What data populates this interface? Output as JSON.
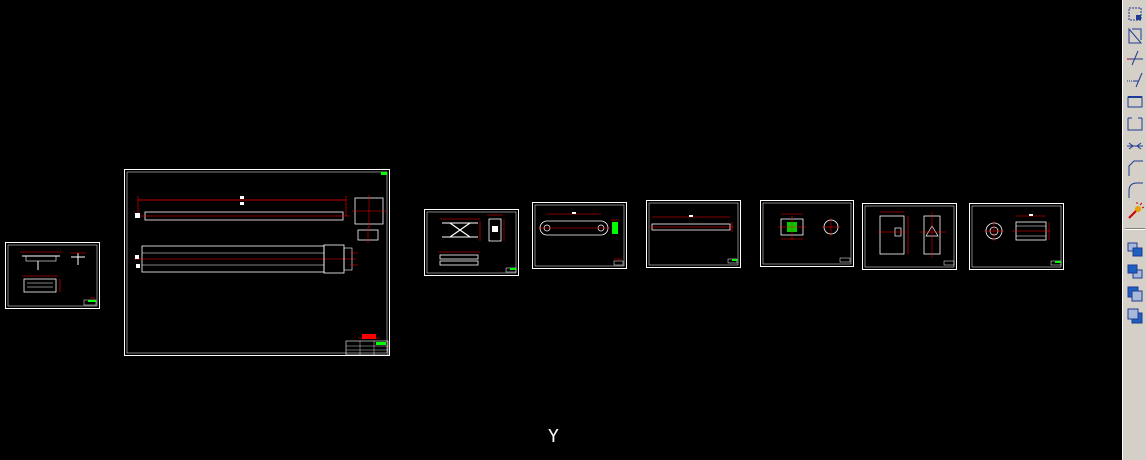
{
  "viewport": {
    "background_color": "#000000",
    "ucs_axis_label": "Y"
  },
  "colors": {
    "frame": "#ffffff",
    "geometry": "#ffffff",
    "dimension": "#ff0000",
    "center_line": "#ff0000",
    "title_block_accent": "#00ff00",
    "toolbar_bg": "#d4d0c8",
    "toolbar_icon": "#1f3a93"
  },
  "sheets": [
    {
      "id": "sheet-1",
      "content": "assembly-small"
    },
    {
      "id": "sheet-2",
      "content": "main-assembly"
    },
    {
      "id": "sheet-3",
      "content": "scissor-detail"
    },
    {
      "id": "sheet-4",
      "content": "slotted-plate"
    },
    {
      "id": "sheet-5",
      "content": "long-bar"
    },
    {
      "id": "sheet-6",
      "content": "bracket-and-disc"
    },
    {
      "id": "sheet-7",
      "content": "block-two-views"
    },
    {
      "id": "sheet-8",
      "content": "bushing"
    }
  ],
  "toolbar": {
    "tools": [
      {
        "name": "erase-icon"
      },
      {
        "name": "copy-icon"
      },
      {
        "name": "trim-icon"
      },
      {
        "name": "extend-icon"
      },
      {
        "name": "break-at-point-icon"
      },
      {
        "name": "break-icon"
      },
      {
        "name": "join-icon"
      },
      {
        "name": "chamfer-icon"
      },
      {
        "name": "fillet-icon"
      },
      {
        "name": "explode-icon"
      },
      {
        "name": "bring-to-front-icon"
      },
      {
        "name": "send-to-back-icon"
      },
      {
        "name": "bring-above-objects-icon"
      },
      {
        "name": "send-under-objects-icon"
      }
    ]
  }
}
